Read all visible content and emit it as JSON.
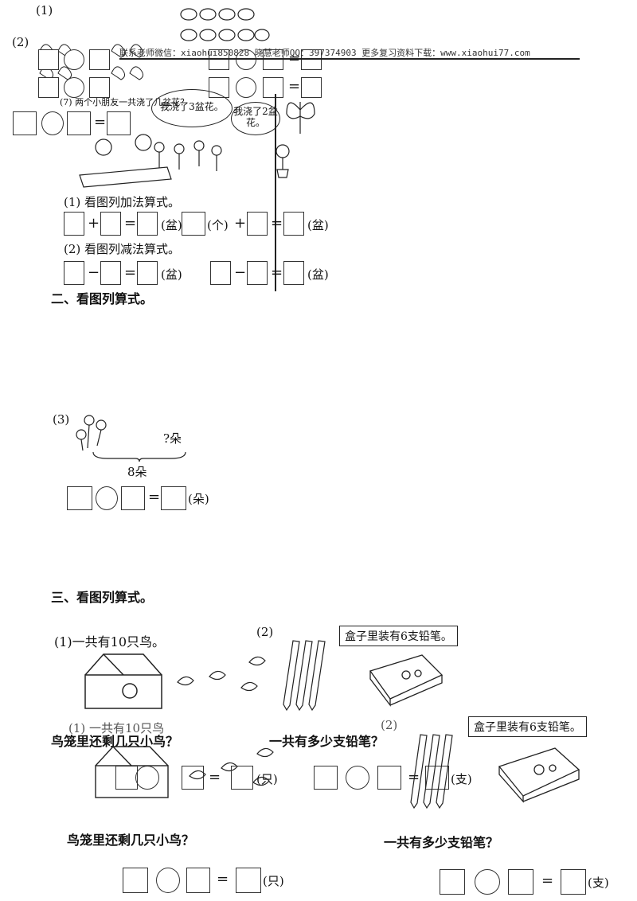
{
  "watermark": "联系老师微信：xiaohui850828 晓慧老师QQ：397374903 更多复习资料下载：www.xiaohui77.com",
  "top": {
    "q1_label": "(1)",
    "q2_label": "(2)",
    "section7_intro": "(7) 两个小朋友一共浇了几盆花？",
    "kid1_speech": "我浇了3盆花。",
    "kid2_speech": "我浇了2盆花。",
    "add_prompt": "(1) 看图列加法算式。",
    "sub_prompt": "(2) 看图列减法算式。",
    "unit_pot": "(盆)",
    "unit_ge": "(个)"
  },
  "section2": {
    "heading": "二、看图列算式。",
    "q3_label": "(3)",
    "question_mark": "?朵",
    "total": "8朵",
    "unit": "(朵)"
  },
  "section3": {
    "heading": "三、看图列算式。",
    "bird_q_label": "(1)一共有10只鸟。",
    "pencil_q_label": "(2)",
    "pencil_box_note": "盒子里装有6支铅笔。",
    "bird_question": "鸟笼里还剩几只小鸟？",
    "pencil_question": "一共有多少支铅笔？",
    "unit_bird": "(只)",
    "unit_pencil": "(支)",
    "ghost_bird_label": "(1) 一共有10只鸟",
    "ghost_pencil_label": "(2)",
    "ghost_pencil_note": "盒子里装有6支铅笔。"
  },
  "ops": {
    "plus": "+",
    "minus": "−",
    "equals": "="
  }
}
